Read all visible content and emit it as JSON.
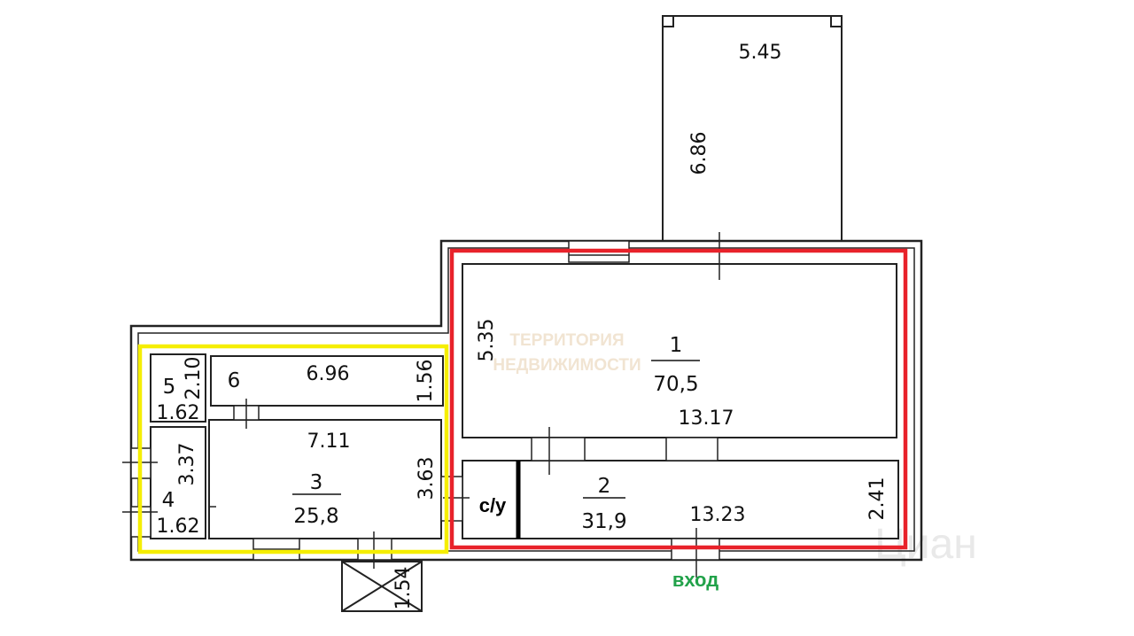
{
  "colors": {
    "wall": "#222222",
    "zone_red": "#e8222a",
    "zone_yellow": "#f5ee00",
    "entry_label": "#22a24a",
    "watermark": "#f1e4d2"
  },
  "watermark": {
    "line1": "ТЕРРИТОРИЯ",
    "line2": "НЕДВИЖИМОСТИ",
    "corner": "Циан"
  },
  "labels": {
    "bathroom": "с/у",
    "entrance": "вход"
  },
  "annex": {
    "width": "5.45",
    "depth": "6.86"
  },
  "porch": {
    "length": "1.54"
  },
  "rooms": [
    {
      "number": "1",
      "area": "70,5",
      "width": "13.17",
      "height": "5.35"
    },
    {
      "number": "2",
      "area": "31,9",
      "width": "13.23",
      "height": "2.41"
    },
    {
      "number": "3",
      "area": "25,8",
      "width": "7.11",
      "height": "3.63"
    },
    {
      "number": "4",
      "width": "1.62",
      "height": "3.37"
    },
    {
      "number": "5",
      "width": "1.62",
      "height": "2.10"
    },
    {
      "number": "6",
      "width": "6.96",
      "height": "1.56"
    }
  ]
}
